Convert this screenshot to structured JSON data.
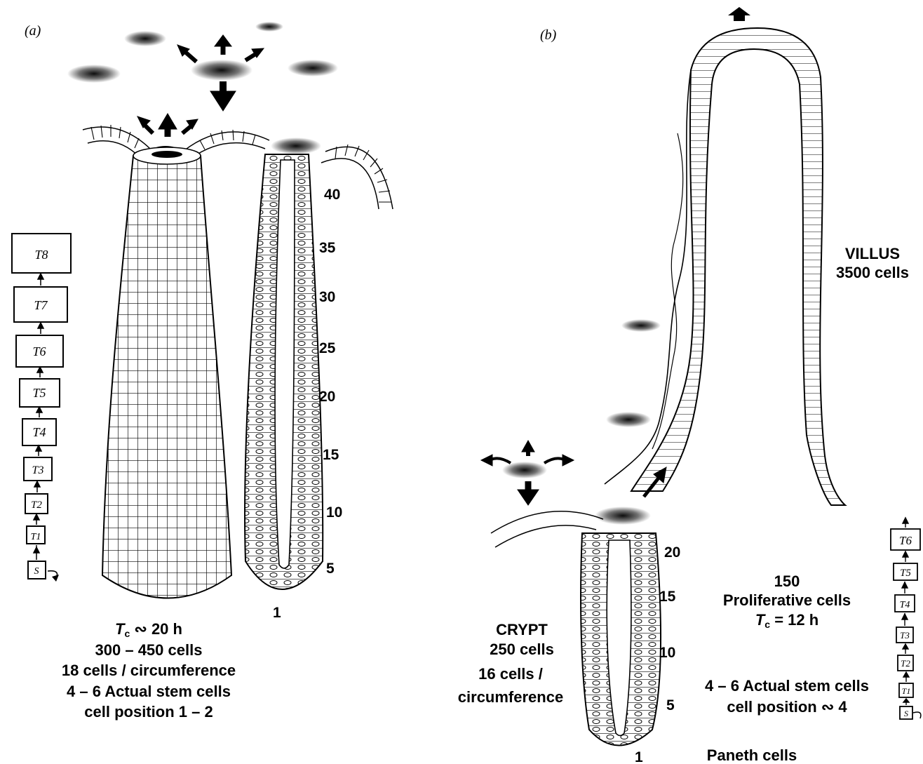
{
  "panel_a": {
    "label": "(a)",
    "position_numbers": [
      "40",
      "35",
      "30",
      "25",
      "20",
      "15",
      "10",
      "5",
      "1"
    ],
    "hierarchy": [
      "T8",
      "T7",
      "T6",
      "T5",
      "T4",
      "T3",
      "T2",
      "T1",
      "S"
    ],
    "caption": {
      "line1_symbol": "T",
      "line1_sub": "c",
      "line1_rest": " ∾ 20 h",
      "line2": "300 – 450 cells",
      "line3": "18 cells / circumference",
      "line4": "4 – 6 Actual stem cells",
      "line5": "cell position 1 – 2"
    }
  },
  "panel_b": {
    "label": "(b)",
    "villus_title": "VILLUS",
    "villus_cells": "3500 cells",
    "position_numbers": [
      "20",
      "15",
      "10",
      "5",
      "1"
    ],
    "crypt_title": "CRYPT",
    "crypt_cells": "250 cells",
    "circ_line1": "16 cells /",
    "circ_line2": "circumference",
    "prolif_count": "150",
    "prolif_label": "Proliferative cells",
    "tc_symbol": "T",
    "tc_sub": "c",
    "tc_rest": " = 12 h",
    "stem_line1": "4 – 6 Actual stem cells",
    "stem_line2": "cell position ∾ 4",
    "paneth": "Paneth cells",
    "hierarchy": [
      "T6",
      "T5",
      "T4",
      "T3",
      "T2",
      "T1",
      "S"
    ]
  },
  "icons": [
    "migration-arrow-icon",
    "cytokine-cloud-icon",
    "self-renewal-arrow-icon"
  ]
}
